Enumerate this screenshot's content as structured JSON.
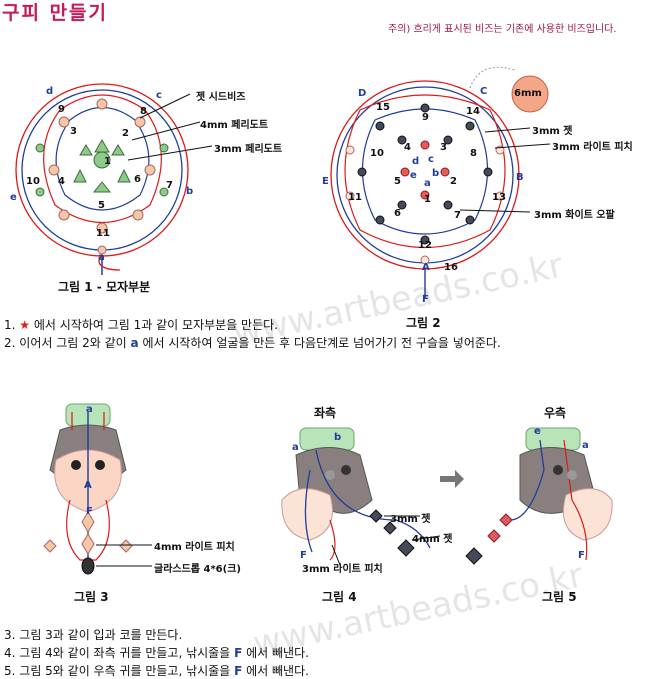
{
  "title": "구피 만들기",
  "note": "주의) 흐리게 표시된 비즈는 기존에 사용한 비즈입니다.",
  "fig1": {
    "caption": "그림 1 - 모자부분",
    "labels": {
      "jet_seed": "젯 시드비즈",
      "perido4": "4mm 페리도트",
      "perido3": "3mm 페리도트"
    },
    "letters": {
      "a": "a",
      "b": "b",
      "c": "c",
      "d": "d",
      "e": "e"
    },
    "numbers": [
      "1",
      "2",
      "3",
      "4",
      "5",
      "6",
      "7",
      "8",
      "9",
      "10",
      "11"
    ]
  },
  "fig2": {
    "caption": "그림 2",
    "labels": {
      "bead6": "6mm",
      "jet3": "3mm 젯",
      "lightpeach3": "3mm 라이트 피치",
      "whiteopal3": "3mm 화이트 오팔"
    },
    "letters": {
      "A": "A",
      "B": "B",
      "C": "C",
      "D": "D",
      "E": "E",
      "F": "F",
      "a": "a",
      "b": "b",
      "c": "c",
      "d": "d",
      "e": "e"
    },
    "numbers": [
      "1",
      "2",
      "3",
      "4",
      "5",
      "6",
      "7",
      "8",
      "9",
      "10",
      "11",
      "12",
      "13",
      "14",
      "15",
      "16"
    ]
  },
  "steps_top": [
    {
      "num": "1.",
      "pre": "",
      "text": "에서 시작하여 그림 1과 같이 모자부분을 만든다."
    },
    {
      "num": "2.",
      "pre": "이어서 그림 2와 같이",
      "letter": "a",
      "text": "에서 시작하여 얼굴을 만든 후 다음단계로 넘어가기 전 구슬을 넣어준다."
    }
  ],
  "fig3": {
    "caption": "그림 3",
    "labels": {
      "lightpeach4": "4mm 라이트 피치",
      "glass": "글라스드롭 4*6(크)"
    },
    "letters": {
      "a": "a",
      "A": "A",
      "F": "F"
    }
  },
  "fig4": {
    "caption": "그림 4",
    "header": "좌측",
    "labels": {
      "jet3": "3mm 젯",
      "jet4": "4mm 젯",
      "lightpeach3": "3mm 라이트 피치"
    },
    "letters": {
      "a": "a",
      "b": "b",
      "F": "F"
    }
  },
  "fig5": {
    "caption": "그림 5",
    "header": "우측",
    "letters": {
      "a": "a",
      "e": "e",
      "F": "F"
    }
  },
  "steps_bottom": [
    {
      "num": "3.",
      "text": "그림 3과 같이 입과 코를 만든다."
    },
    {
      "num": "4.",
      "text": "그림 4와 같이 좌측 귀를 만들고, 낚시줄을",
      "letter": "F",
      "tail": "에서 빼낸다."
    },
    {
      "num": "5.",
      "text": "그림 5와 같이 우측 귀를 만들고, 낚시줄을",
      "letter": "F",
      "tail": "에서 빼낸다."
    }
  ],
  "watermark": "www.artbeads.co.kr",
  "colors": {
    "red": "#e01818",
    "blue": "#1f3d9a",
    "title": "#c8185a",
    "peridot": "#6aa84f",
    "peach": "#f4c7a8",
    "jet": "#333344"
  }
}
